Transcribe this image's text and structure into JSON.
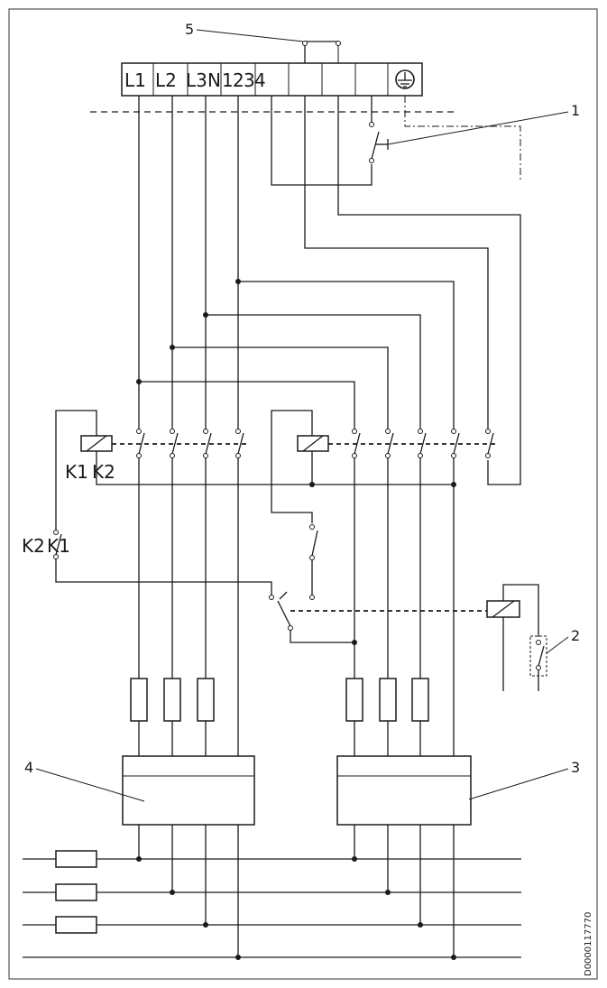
{
  "terminal_block": {
    "labels": [
      "L1",
      "L2",
      "L3",
      "N",
      "1",
      "2",
      "3",
      "4"
    ]
  },
  "relay_labels": {
    "k1_top": "K1",
    "k2_top": "K2",
    "k2_side": "K2",
    "k1_side": "K1"
  },
  "callouts": {
    "c1": "1",
    "c2": "2",
    "c3": "3",
    "c4": "4",
    "c5": "5"
  },
  "document_code": "D0000117770"
}
